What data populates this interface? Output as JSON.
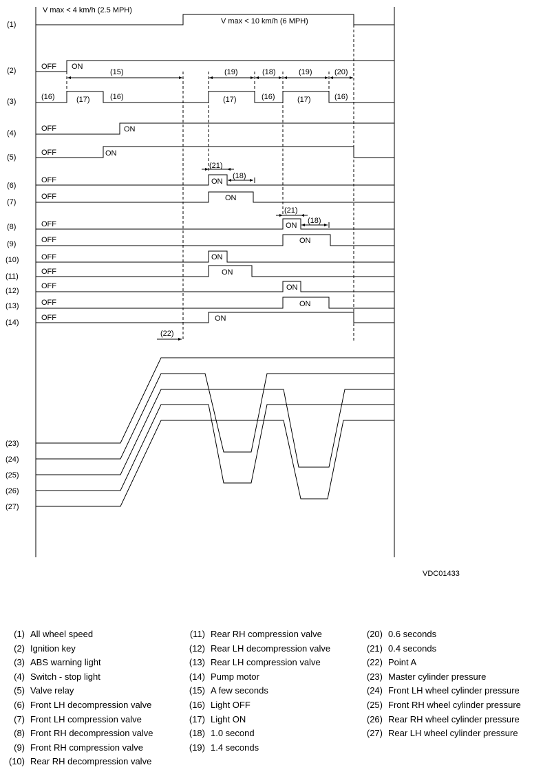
{
  "diagram": {
    "row_numbers": [
      "(1)",
      "(2)",
      "(3)",
      "(4)",
      "(5)",
      "(6)",
      "(7)",
      "(8)",
      "(9)",
      "(10)",
      "(11)",
      "(12)",
      "(13)",
      "(14)"
    ],
    "pressure_row_numbers": [
      "(23)",
      "(24)",
      "(25)",
      "(26)",
      "(27)"
    ],
    "speed_low": "V max < 4 km/h (2.5 MPH)",
    "speed_high": "V max < 10 km/h (6 MPH)",
    "off": "OFF",
    "on": "ON",
    "callouts": {
      "c15": "(15)",
      "c16": "(16)",
      "c17": "(17)",
      "c18": "(18)",
      "c19": "(19)",
      "c20": "(20)",
      "c21": "(21)",
      "c22": "(22)"
    },
    "figure_code": "VDC01433"
  },
  "legend": {
    "col1": [
      {
        "num": "(1)",
        "text": "All wheel speed"
      },
      {
        "num": "(2)",
        "text": "Ignition key"
      },
      {
        "num": "(3)",
        "text": "ABS warning light"
      },
      {
        "num": "(4)",
        "text": "Switch - stop light"
      },
      {
        "num": "(5)",
        "text": "Valve relay"
      },
      {
        "num": "(6)",
        "text": "Front LH decompression valve"
      },
      {
        "num": "(7)",
        "text": "Front LH compression valve"
      },
      {
        "num": "(8)",
        "text": "Front RH decompression valve"
      },
      {
        "num": "(9)",
        "text": "Front RH compression valve"
      },
      {
        "num": "(10)",
        "text": "Rear RH decompression valve"
      }
    ],
    "col2": [
      {
        "num": "(11)",
        "text": "Rear RH compression valve"
      },
      {
        "num": "(12)",
        "text": "Rear LH decompression valve"
      },
      {
        "num": "(13)",
        "text": "Rear LH compression valve"
      },
      {
        "num": "(14)",
        "text": "Pump motor"
      },
      {
        "num": "(15)",
        "text": "A few seconds"
      },
      {
        "num": "(16)",
        "text": "Light OFF"
      },
      {
        "num": "(17)",
        "text": "Light ON"
      },
      {
        "num": "(18)",
        "text": "1.0 second"
      },
      {
        "num": "(19)",
        "text": "1.4 seconds"
      }
    ],
    "col3": [
      {
        "num": "(20)",
        "text": "0.6 seconds"
      },
      {
        "num": "(21)",
        "text": "0.4 seconds"
      },
      {
        "num": "(22)",
        "text": "Point A"
      },
      {
        "num": "(23)",
        "text": "Master cylinder pressure"
      },
      {
        "num": "(24)",
        "text": "Front LH wheel cylinder pressure"
      },
      {
        "num": "(25)",
        "text": "Front RH wheel cylinder pressure"
      },
      {
        "num": "(26)",
        "text": "Rear RH wheel cylinder pressure"
      },
      {
        "num": "(27)",
        "text": "Rear LH wheel cylinder pressure"
      }
    ]
  }
}
